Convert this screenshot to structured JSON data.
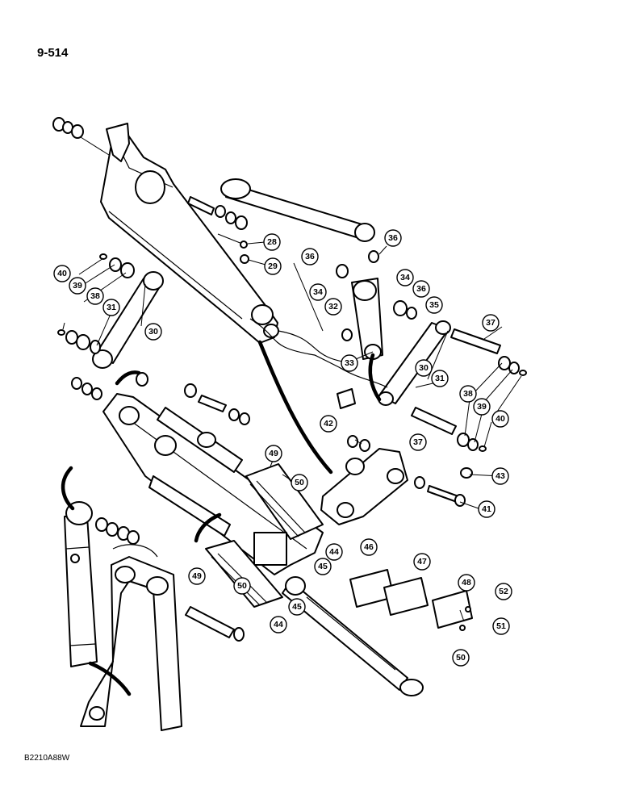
{
  "header": {
    "page_number": "9-514"
  },
  "footer": {
    "image_code": "B2210A88W"
  },
  "callouts": [
    {
      "label": "28"
    },
    {
      "label": "29"
    },
    {
      "label": "36"
    },
    {
      "label": "36"
    },
    {
      "label": "34"
    },
    {
      "label": "36"
    },
    {
      "label": "34"
    },
    {
      "label": "32"
    },
    {
      "label": "35"
    },
    {
      "label": "37"
    },
    {
      "label": "33"
    },
    {
      "label": "30"
    },
    {
      "label": "31"
    },
    {
      "label": "38"
    },
    {
      "label": "39"
    },
    {
      "label": "40"
    },
    {
      "label": "37"
    },
    {
      "label": "40"
    },
    {
      "label": "39"
    },
    {
      "label": "38"
    },
    {
      "label": "31"
    },
    {
      "label": "30"
    },
    {
      "label": "42"
    },
    {
      "label": "43"
    },
    {
      "label": "41"
    },
    {
      "label": "49"
    },
    {
      "label": "50"
    },
    {
      "label": "44"
    },
    {
      "label": "45"
    },
    {
      "label": "46"
    },
    {
      "label": "47"
    },
    {
      "label": "48"
    },
    {
      "label": "52"
    },
    {
      "label": "51"
    },
    {
      "label": "50"
    },
    {
      "label": "49"
    },
    {
      "label": "50"
    },
    {
      "label": "45"
    },
    {
      "label": "44"
    }
  ]
}
